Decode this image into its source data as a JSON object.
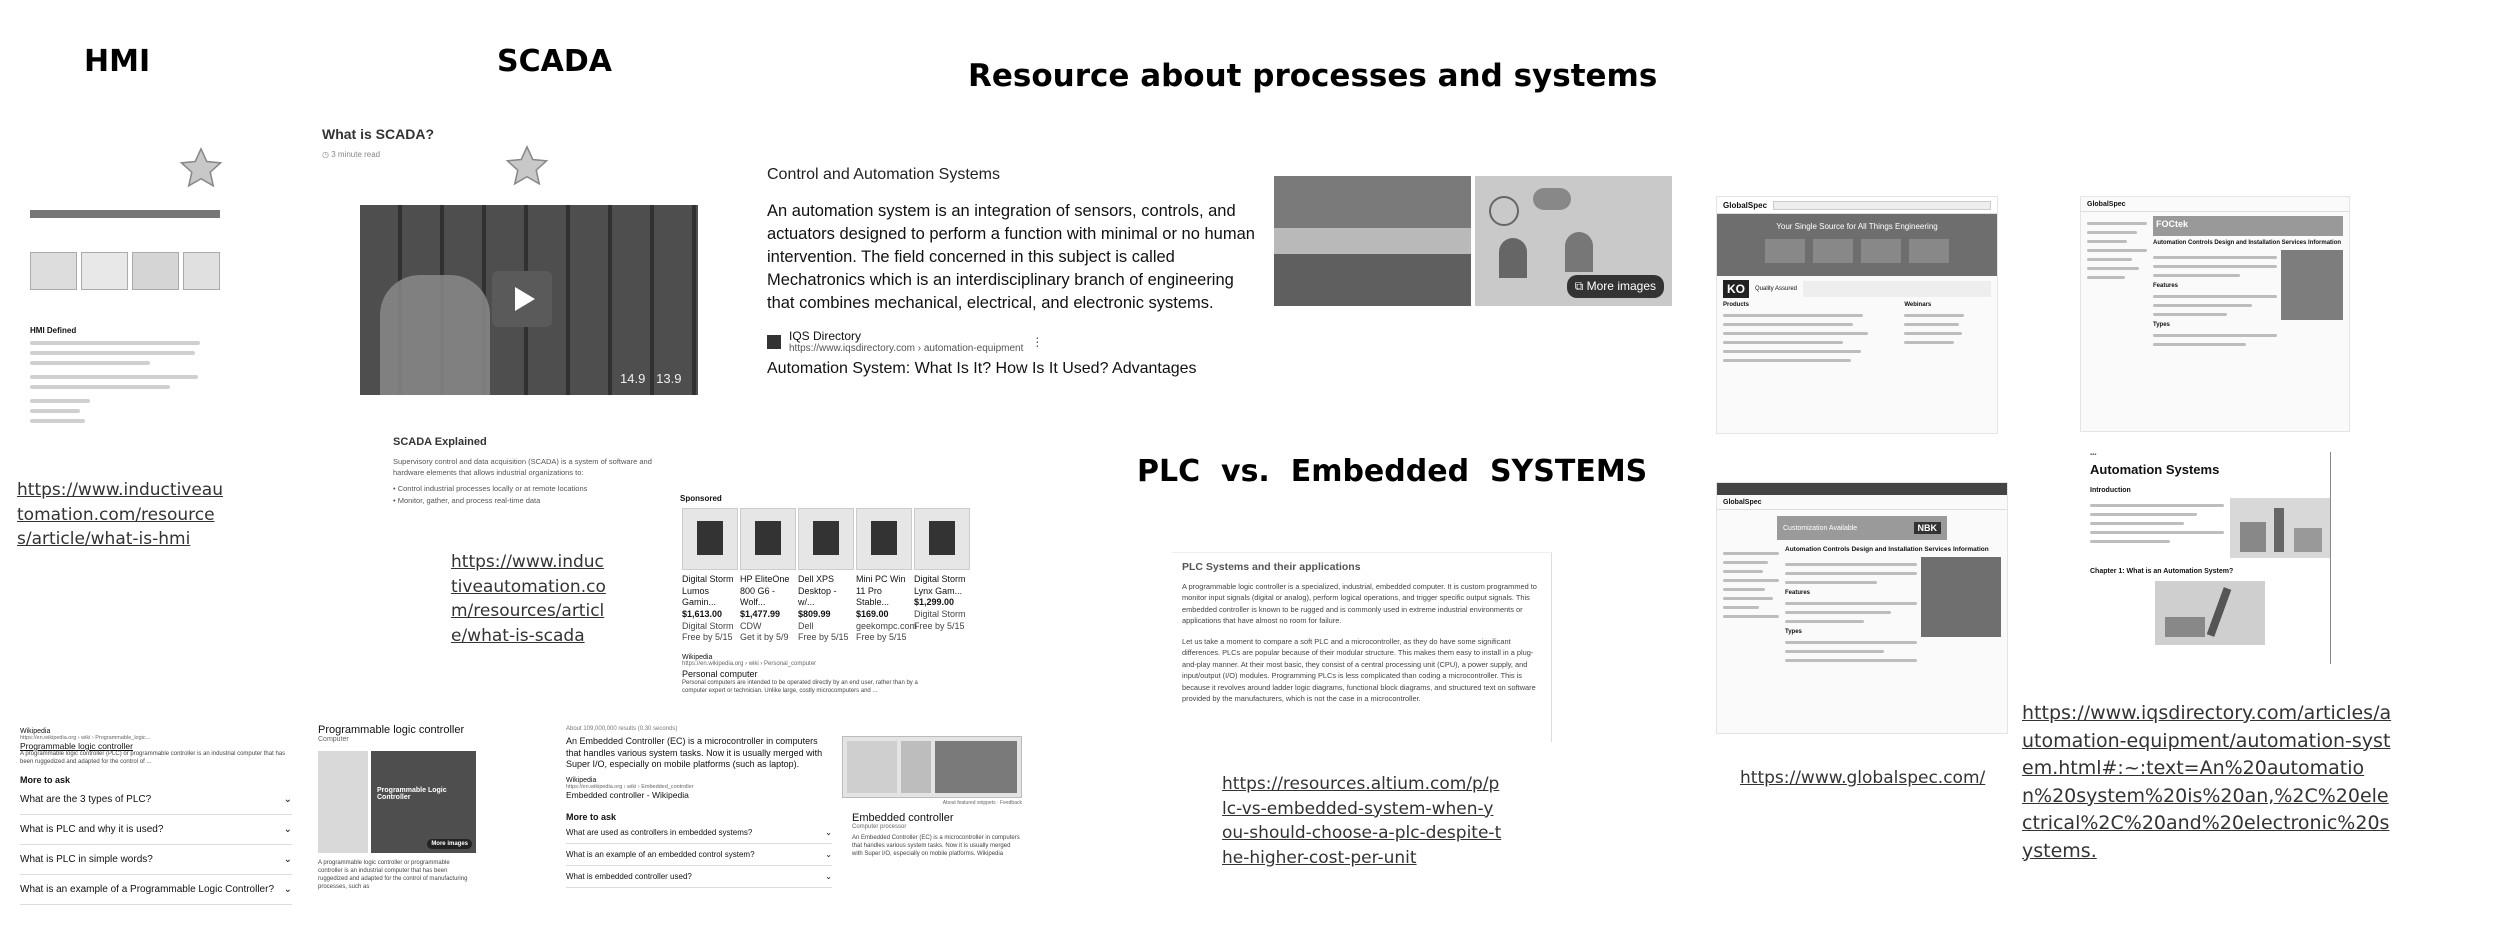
{
  "headings": {
    "hmi": "HMI",
    "scada": "SCADA",
    "resources": "Resource about processes and systems",
    "plc_vs_embedded": "PLC  vs.  Embedded  SYSTEMS"
  },
  "links": {
    "hmi_url": "https://www.inductiveautomation.com/resources/article/what-is-hmi",
    "scada_url": "https://www.inductiveautomation.com/resources/article/what-is-scada",
    "altium_url": "https://resources.altium.com/p/plc-vs-embedded-system-when-you-should-choose-a-plc-despite-the-higher-cost-per-unit",
    "globalspec_url": "https://www.globalspec.com/",
    "iqs_url": "https://www.iqsdirectory.com/articles/automation-equipment/automation-system.html#:~:text=An%20automation%20system%20is%20an,%2C%20electrical%2C%20and%20electronic%20systems",
    "iqs_trailing": "."
  },
  "scada_card": {
    "title": "What is SCADA?",
    "read_time": "3 minute read",
    "section_title": "SCADA Explained",
    "section_body": "Supervisory control and data acquisition (SCADA) is a system of software and hardware elements that allows industrial organizations to:",
    "bullet1": "Control industrial processes locally or at remote locations",
    "bullet2": "Monitor, gather, and process real-time data",
    "tick1": "14.9",
    "tick2": "13.9"
  },
  "hmi_card": {
    "subtitle": "HMI Defined"
  },
  "automation_snippet": {
    "label": "Control and Automation Systems",
    "body": "An automation system is an integration of sensors, controls, and actuators designed to perform a function with minimal or no human intervention. The field concerned in this subject is called Mechatronics which is an interdisciplinary branch of engineering that combines mechanical, electrical, and electronic systems.",
    "source_name": "IQS Directory",
    "source_url": "https://www.iqsdirectory.com › automation-equipment",
    "result_title": "Automation System: What Is It? How Is It Used? Advantages",
    "more_images": "More images"
  },
  "plc_article": {
    "title": "PLC Systems and their applications",
    "para1": "A programmable logic controller is a specialized, industrial, embedded computer. It is custom programmed to monitor input signals (digital or analog), perform logical operations, and trigger specific output signals. This embedded controller is known to be rugged and is commonly used in extreme industrial environments or applications that have almost no room for failure.",
    "para2": "Let us take a moment to compare a soft PLC and a microcontroller, as they do have some significant differences. PLCs are popular because of their modular structure. This makes them easy to install in a plug-and-play manner. At their most basic, they consist of a central processing unit (CPU), a power supply, and input/output (I/O) modules. Programming PLCs is less complicated than coding a microcontroller. This is because it revolves around ladder logic diagrams, functional block diagrams, and structured text on software provided by the manufacturers, which is not the case in a microcontroller."
  },
  "sponsored": {
    "label": "Sponsored",
    "products": [
      {
        "name": "Digital Storm Lumos Gamin...",
        "price": "$1,613.00",
        "store": "Digital Storm",
        "ship": "Free by 5/15"
      },
      {
        "name": "HP EliteOne 800 G6 - Wolf...",
        "price": "$1,477.99",
        "store": "CDW",
        "ship": "Get it by 5/9"
      },
      {
        "name": "Dell XPS Desktop - w/...",
        "price": "$809.99",
        "store": "Dell",
        "ship": "Free by 5/15"
      },
      {
        "name": "Mini PC Win 11 Pro Stable...",
        "price": "$169.00",
        "store": "geekompc.com",
        "ship": "Free by 5/15"
      },
      {
        "name": "Digital Storm Lynx Gam...",
        "price": "$1,299.00",
        "store": "Digital Storm",
        "ship": "Free by 5/15"
      }
    ],
    "wiki_label": "Wikipedia",
    "wiki_url": "https://en.wikipedia.org › wiki › Personal_computer",
    "wiki_title": "Personal computer",
    "wiki_snippet": "Personal computers are intended to be operated directly by an end user, rather than by a computer expert or technician. Unlike large, costly microcomputers and ..."
  },
  "plc_search": {
    "wiki_label": "Wikipedia",
    "wiki_url": "https://en.wikipedia.org › wiki › Programmable_logic...",
    "wiki_title": "Programmable logic controller",
    "snippet": "A programmable logic controller (PLC) or programmable controller is an industrial computer that has been ruggedized and adapted for the control of ...",
    "more_to_ask": "More to ask",
    "questions": [
      "What are the 3 types of PLC?",
      "What is PLC and why it is used?",
      "What is PLC in simple words?",
      "What is an example of a Programmable Logic Controller?"
    ],
    "panel_title": "Programmable logic controller",
    "panel_sub": "Computer",
    "more_images": "More images",
    "image_caption": "Programmable Logic Controller",
    "panel_body": "A programmable logic controller or programmable controller is an industrial computer that has been ruggedized and adapted for the control of manufacturing processes, such as"
  },
  "embedded_search": {
    "about": "About 109,000,000 results (0.30 seconds)",
    "snippet": "An Embedded Controller (EC) is a microcontroller in computers that handles various system tasks. Now it is usually merged with Super I/O, especially on mobile platforms (such as laptop).",
    "wiki_label": "Wikipedia",
    "wiki_url": "https://en.wikipedia.org › wiki › Embedded_controller",
    "wiki_title": "Embedded controller - Wikipedia",
    "featured": "About featured snippets",
    "feedback": "Feedback",
    "more_to_ask": "More to ask",
    "questions": [
      "What are used as controllers in embedded systems?",
      "What is an example of an embedded control system?",
      "What is embedded controller used?"
    ],
    "panel_title": "Embedded controller",
    "panel_sub": "Computer processor",
    "panel_body": "An Embedded Controller (EC) is a microcontroller in computers that handles various system tasks. Now it is usually merged with Super I/O, especially on mobile platforms. Wikipedia"
  },
  "globalspec": {
    "logo": "GlobalSpec",
    "hero": "Your Single Source for All Things Engineering",
    "quality": "Quality Assured",
    "products": "Products",
    "webinars": "Webinars",
    "customization": "Customization Available",
    "page_title": "Automation Controls Design and Installation Services Information",
    "features": "Features",
    "types": "Types",
    "badge": "NBK",
    "ko_badge": "KO"
  },
  "globalspec2": {
    "logo": "GlobalSpec",
    "page_title": "Automation Controls Design and Installation Services Information",
    "features": "Features",
    "types": "Types",
    "badge": "FOCtek"
  },
  "iqs_article": {
    "title": "Automation Systems",
    "intro": "Introduction",
    "chapter": "Chapter 1: What is an Automation System?"
  }
}
